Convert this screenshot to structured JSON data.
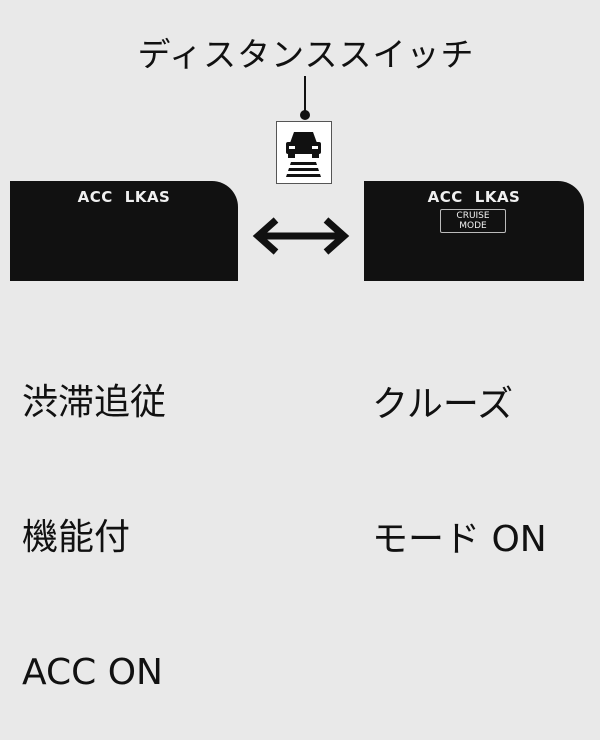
{
  "title": "ディスタンススイッチ",
  "icons": {
    "switch": "distance-switch-icon",
    "arrow": "double-arrow-icon"
  },
  "panels": {
    "left": {
      "indicator_acc": "ACC",
      "indicator_lkas": "LKAS"
    },
    "right": {
      "indicator_acc": "ACC",
      "indicator_lkas": "LKAS",
      "mode_line1": "CRUISE",
      "mode_line2": "MODE"
    }
  },
  "captions": {
    "left": [
      "渋滞追従",
      "機能付",
      "ACC ON"
    ],
    "right": [
      "クルーズ",
      "モード ON"
    ]
  }
}
